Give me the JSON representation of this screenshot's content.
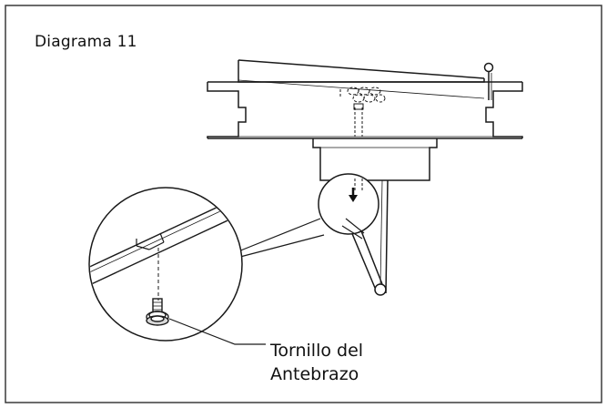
{
  "diagram": {
    "title": "Diagrama 11",
    "callout_label_line1": "Tornillo del",
    "callout_label_line2": "Antebrazo"
  },
  "colors": {
    "border": "#3a3a3a",
    "line": "#1a1a1a"
  },
  "icons": {
    "down_arrow": "down-arrow-icon",
    "screw": "screw-icon"
  }
}
